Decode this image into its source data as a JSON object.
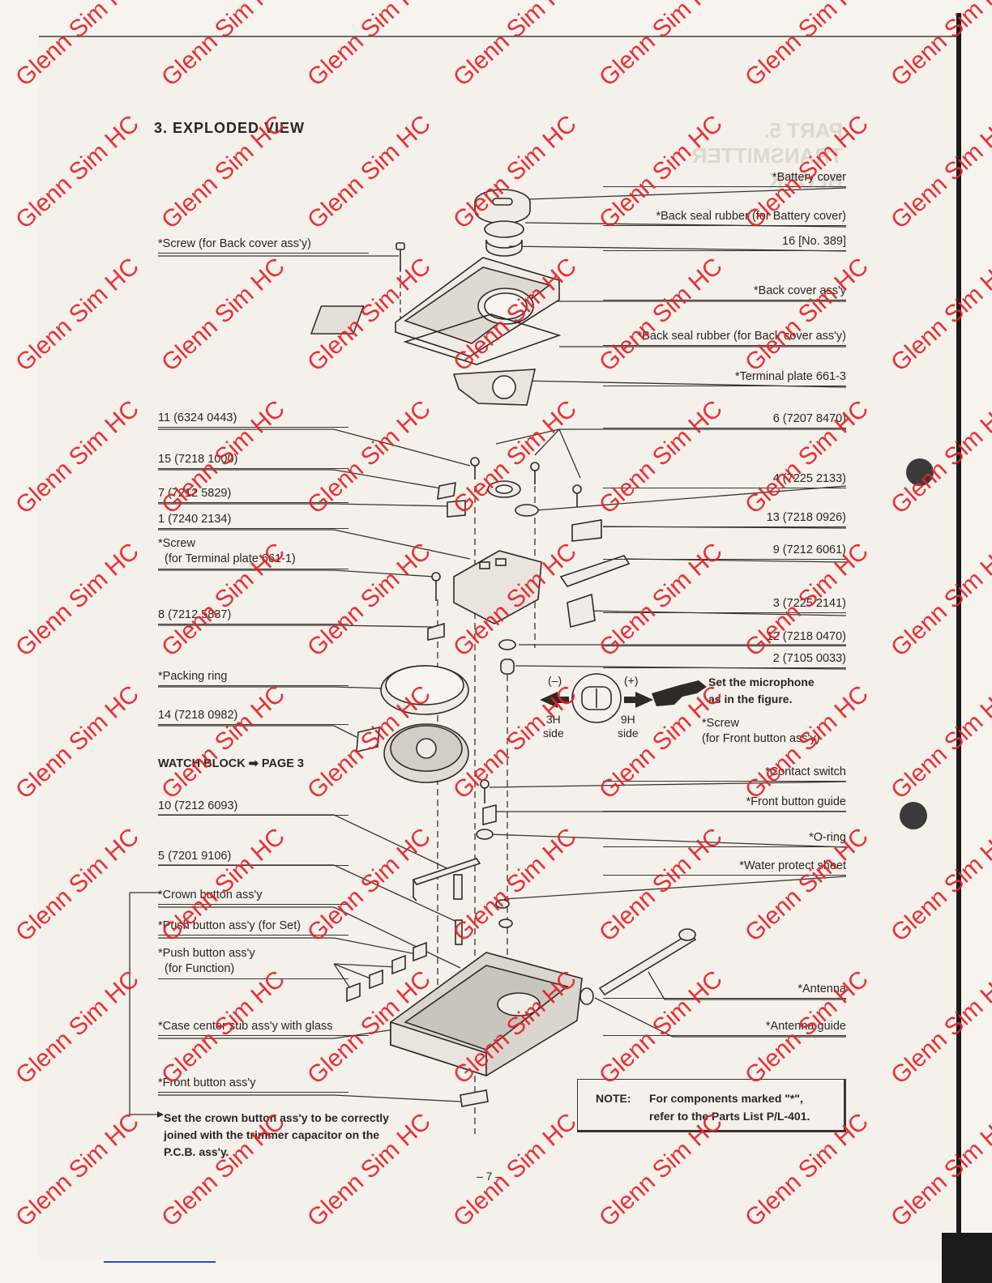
{
  "section": {
    "title": "3.  EXPLODED VIEW"
  },
  "ghost": {
    "heading": "PART 5.  TRANSMITTER BLOCK"
  },
  "labels_right": [
    {
      "id": "battery-cover",
      "text": "*Battery cover"
    },
    {
      "id": "back-seal-rubber-battery",
      "text": "*Back seal rubber (for Battery cover)"
    },
    {
      "id": "part-16",
      "text": "16 [No. 389]"
    },
    {
      "id": "back-cover",
      "text": "*Back cover ass'y"
    },
    {
      "id": "back-seal-rubber-back-cover",
      "text": "*Back seal rubber (for Back cover ass'y)"
    },
    {
      "id": "terminal-plate-661-3",
      "text": "*Terminal plate 661-3"
    },
    {
      "id": "part-6",
      "text": "6 (7207 8470)"
    },
    {
      "id": "part-4",
      "text": "4 (7225 2133)"
    },
    {
      "id": "part-13",
      "text": "13 (7218 0926)"
    },
    {
      "id": "part-9",
      "text": "9 (7212 6061)"
    },
    {
      "id": "part-3",
      "text": "3 (7225 2141)"
    },
    {
      "id": "part-12",
      "text": "12 (7218 0470)"
    },
    {
      "id": "part-2",
      "text": "2 (7105 0033)"
    },
    {
      "id": "contact-switch",
      "text": "*Contact switch"
    },
    {
      "id": "front-button-guide",
      "text": "*Front button guide"
    },
    {
      "id": "o-ring",
      "text": "*O-ring"
    },
    {
      "id": "water-protect-sheet",
      "text": "*Water protect sheet"
    },
    {
      "id": "antenna",
      "text": "*Antenna"
    },
    {
      "id": "antenna-guide",
      "text": "*Antenna guide"
    }
  ],
  "labels_left": [
    {
      "id": "screw-back-cover",
      "text": "*Screw (for Back cover ass'y)"
    },
    {
      "id": "part-11",
      "text": "11 (6324 0443)"
    },
    {
      "id": "part-15",
      "text": "15 (7218 1000)"
    },
    {
      "id": "part-7",
      "text": "7 (7212 5829)"
    },
    {
      "id": "part-1",
      "text": "1 (7240 2134)"
    },
    {
      "id": "part-8",
      "text": "8 (7212 5837)"
    },
    {
      "id": "packing-ring",
      "text": "*Packing ring"
    },
    {
      "id": "part-14",
      "text": "14 (7218 0982)"
    },
    {
      "id": "part-10",
      "text": "10 (7212 6093)"
    },
    {
      "id": "part-5",
      "text": "5 (7201 9106)"
    },
    {
      "id": "crown-button",
      "text": "*Crown button ass'y"
    },
    {
      "id": "push-button-set",
      "text": "*Push button ass'y (for Set)"
    },
    {
      "id": "case-center",
      "text": "*Case center sub ass'y with glass"
    },
    {
      "id": "front-button",
      "text": "*Front button ass'y"
    }
  ],
  "screw_terminal": {
    "line1": "*Screw",
    "line2": "(for Terminal plate 661-1)"
  },
  "push_button_function": {
    "line1": "*Push button ass'y",
    "line2": "(for Function)"
  },
  "watch_block": {
    "label": "WATCH BLOCK",
    "arrow": "➡",
    "target": "PAGE 3"
  },
  "screw_front": {
    "line1": "*Screw",
    "line2": "(for Front button ass'y)"
  },
  "mic": {
    "minus": "(–)",
    "plus": "(+)",
    "left_side_1": "3H",
    "left_side_2": "side",
    "right_side_1": "9H",
    "right_side_2": "side",
    "note_1": "Set the microphone",
    "note_2": "as in the figure."
  },
  "crown_note": {
    "arrow": "→",
    "line1": "Set the crown button ass'y to be correctly",
    "line2": "joined with the trimmer capacitor on the",
    "line3": "P.C.B. ass'y."
  },
  "note": {
    "tag": "NOTE:",
    "line1": "For components marked \"*\",",
    "line2": "refer to the Parts List P/L-401."
  },
  "page_number": "– 7 –",
  "watermark": {
    "text": "Glenn Sim HC"
  }
}
